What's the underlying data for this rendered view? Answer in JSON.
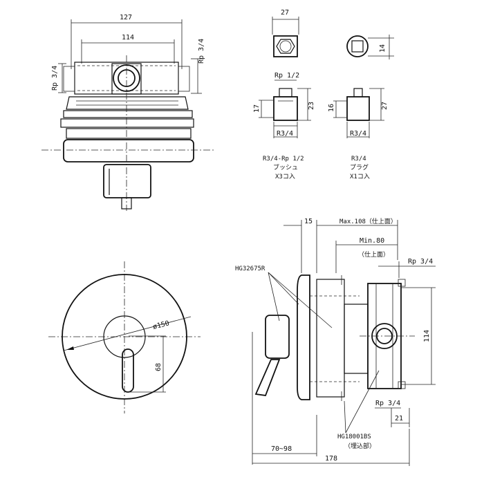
{
  "top_view": {
    "dim_overall_width": "127",
    "dim_inner_width": "114",
    "dim_right_port": "Rp 3/4",
    "dim_left_port": "Rp 3/4"
  },
  "bushing": {
    "dim_width": "27",
    "dim_top_thread": "Rp 1/2",
    "dim_height_left": "17",
    "dim_height_right": "23",
    "dim_bottom_thread": "R3/4",
    "caption_line1": "R3/4-Rp 1/2",
    "caption_line2": "ブッシュ",
    "caption_line3": "X3コ入"
  },
  "plug": {
    "dim_square": "14",
    "dim_height_left": "16",
    "dim_height_right": "27",
    "dim_bottom_thread": "R3/4",
    "caption_line1": "R3/4",
    "caption_line2": "プラグ",
    "caption_line3": "X1コ入"
  },
  "front_view": {
    "dim_diameter": "ø150",
    "dim_lever": "68"
  },
  "side_view": {
    "dim_15": "15",
    "dim_max": "Max.108（仕上面）",
    "dim_min": "Min.80",
    "dim_min_note": "（仕上面）",
    "dim_rp_top": "Rp 3/4",
    "dim_114": "114",
    "dim_rp_bottom": "Rp 3/4",
    "dim_21": "21",
    "dim_70_98": "70~98",
    "dim_178": "178",
    "part_top": "HG32675R",
    "part_bottom": "HG18001BS",
    "part_bottom_note": "（埋込部）"
  }
}
